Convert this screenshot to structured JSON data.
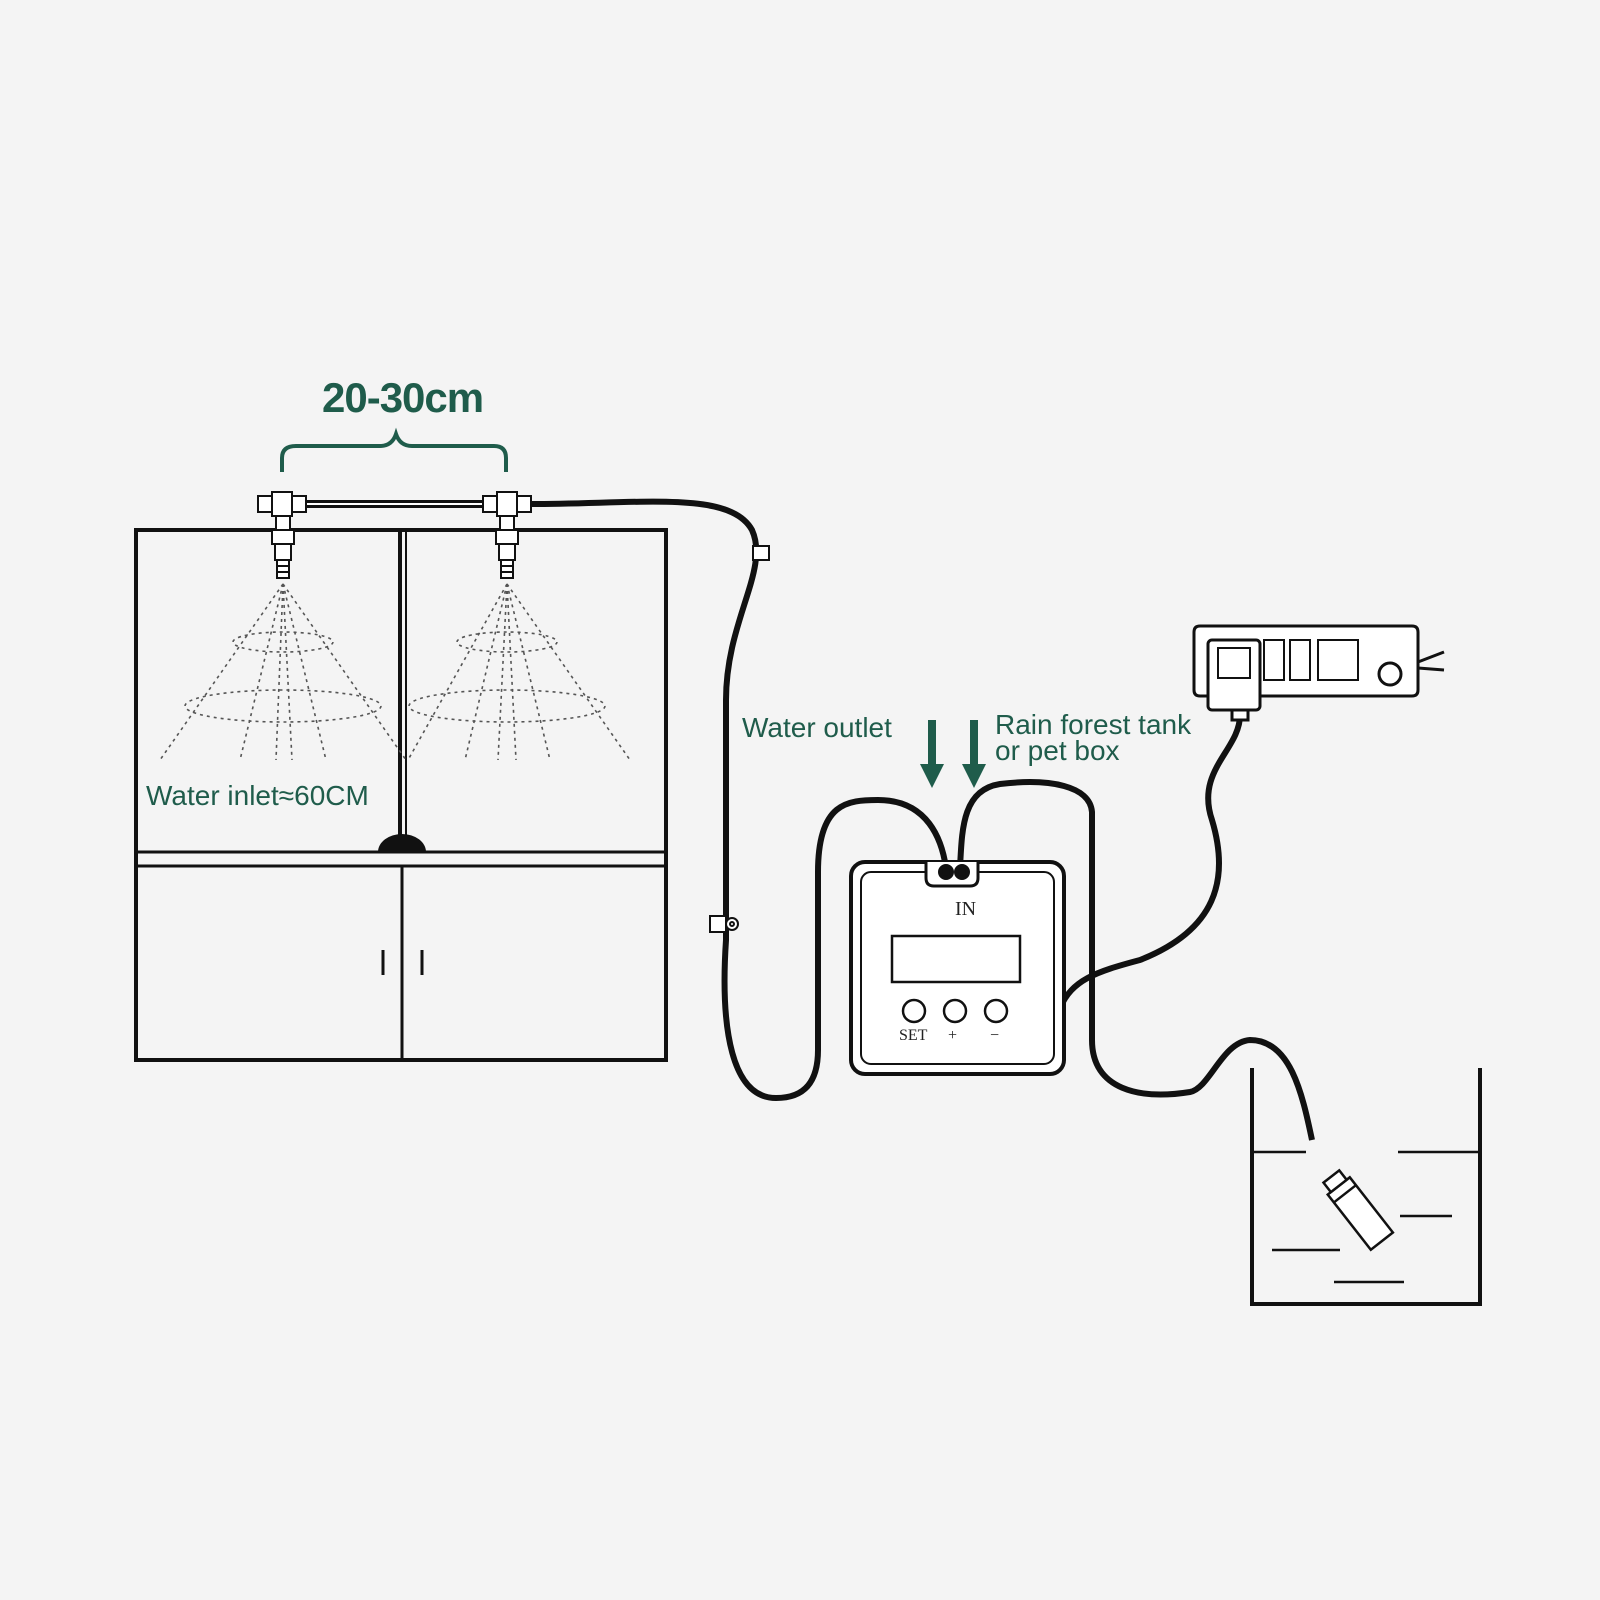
{
  "colors": {
    "accent": "#1f5c4b",
    "line": "#111111",
    "background": "#f4f4f4"
  },
  "labels": {
    "nozzle_spacing": "20-30cm",
    "water_inlet": "Water inlet≈60CM",
    "water_outlet": "Water outlet",
    "rain_forest_line1": "Rain forest tank",
    "rain_forest_line2": "or pet box"
  },
  "device": {
    "port_label": "IN",
    "buttons": [
      "SET",
      "+",
      "−"
    ]
  },
  "icons": [
    "spray-nozzle-icon",
    "down-arrow-icon",
    "power-strip-icon",
    "plug-adapter-icon",
    "submersible-pump-icon",
    "cable-clip-icon"
  ]
}
